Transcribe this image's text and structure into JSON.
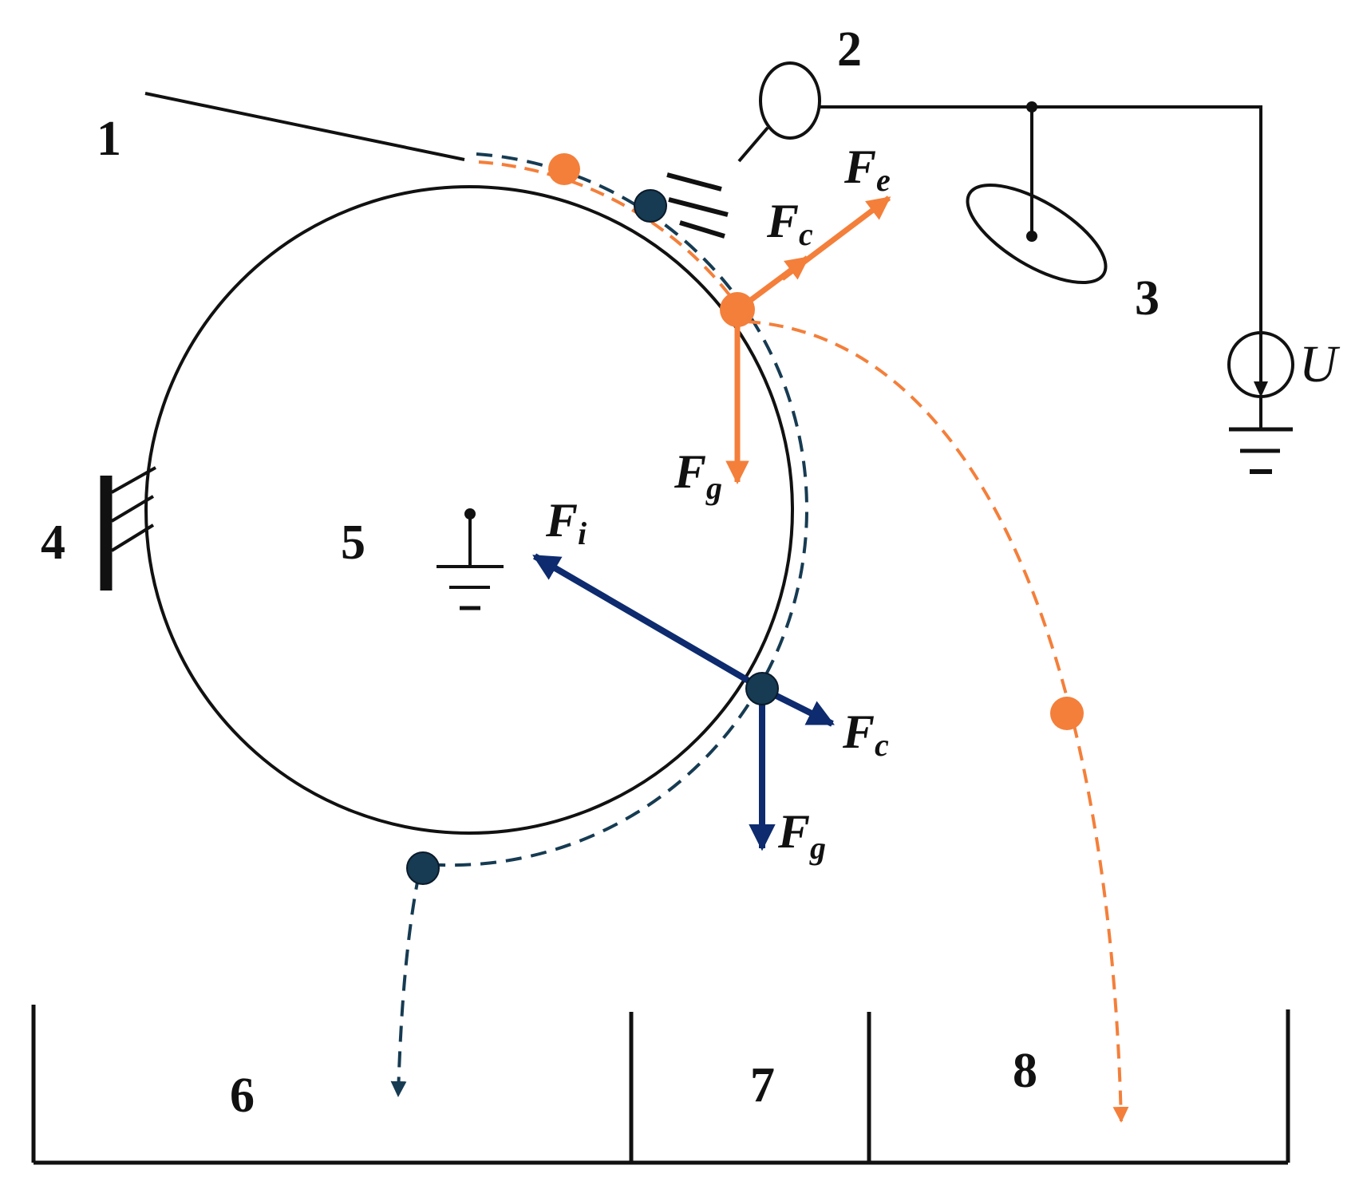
{
  "colors": {
    "line": "#111111",
    "conductive": "#f47f3a",
    "nonconductive": "#0d2b6e",
    "particle_dark": "#163b52"
  },
  "labels": {
    "n1": "1",
    "n2": "2",
    "n3": "3",
    "n4": "4",
    "n5": "5",
    "n6": "6",
    "n7": "7",
    "n8": "8",
    "voltage": "U"
  },
  "forces": {
    "orange_fe": {
      "main": "F",
      "sub": "e"
    },
    "orange_fc": {
      "main": "F",
      "sub": "c"
    },
    "orange_fg": {
      "main": "F",
      "sub": "g"
    },
    "blue_fi": {
      "main": "F",
      "sub": "i"
    },
    "blue_fc": {
      "main": "F",
      "sub": "c"
    },
    "blue_fg": {
      "main": "F",
      "sub": "g"
    }
  }
}
